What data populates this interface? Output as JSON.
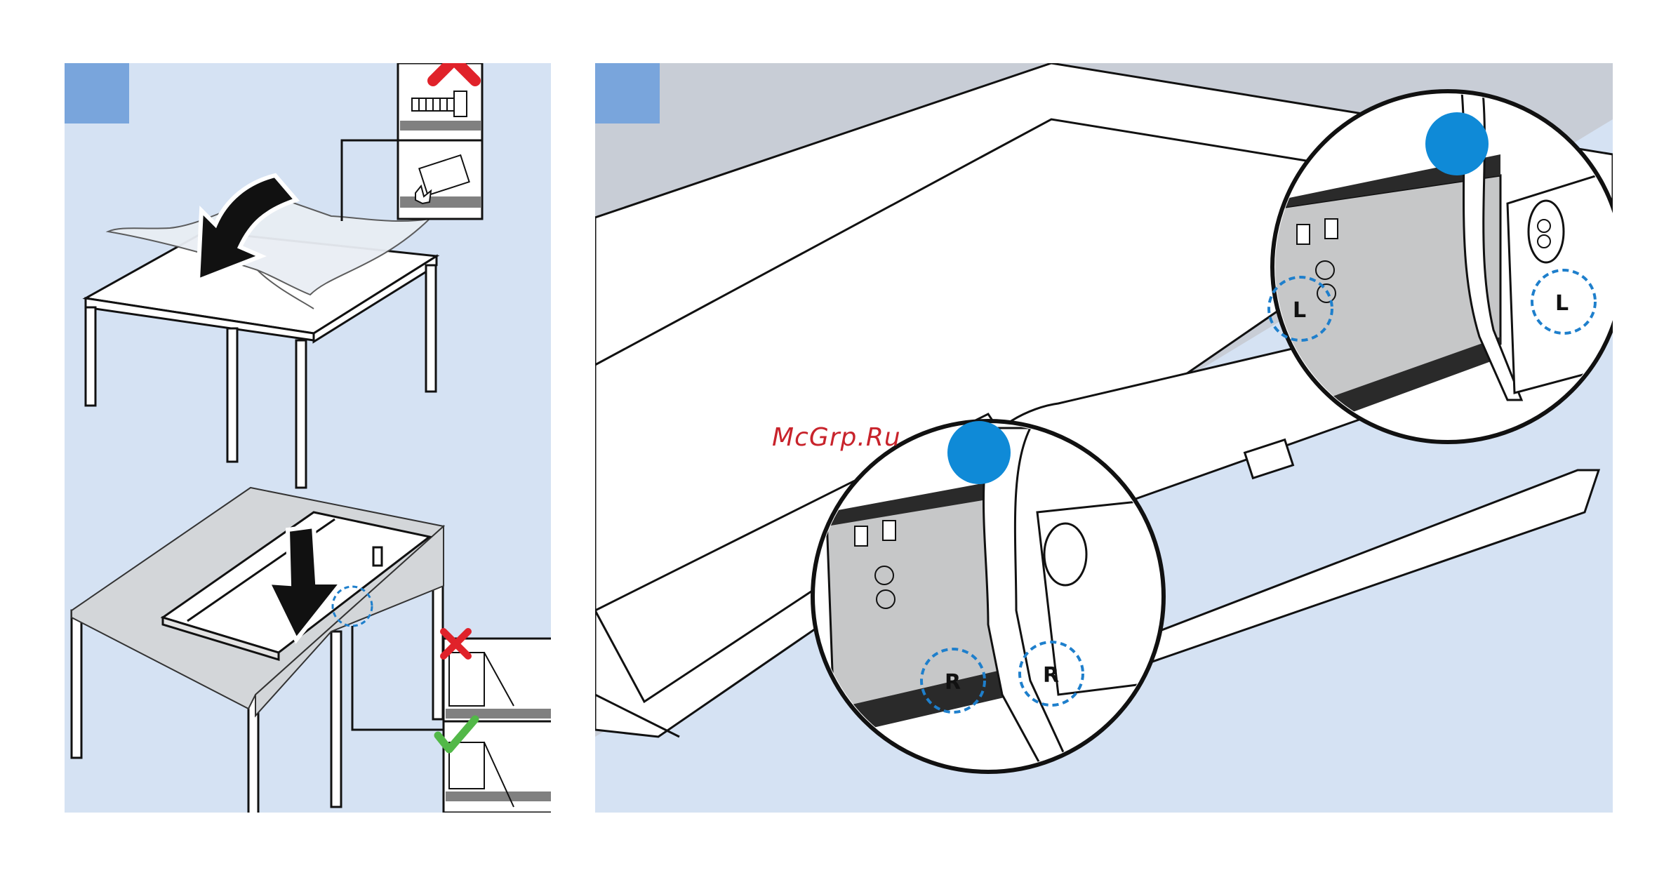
{
  "callout_right_letter": "R",
  "callout_left_letter": "L",
  "watermark_text": "McGrp.Ru",
  "colors": {
    "panel_background": "#d5e2f3",
    "step_box": "#79a5dc",
    "callout_dot": "#0f8ad7",
    "wrong_mark": "#e0222a",
    "correct_mark": "#52b848",
    "dashed_circle": "#1e7fcc"
  },
  "icons": [
    "wrong-x-icon",
    "correct-check-icon",
    "down-arrow-icon"
  ]
}
